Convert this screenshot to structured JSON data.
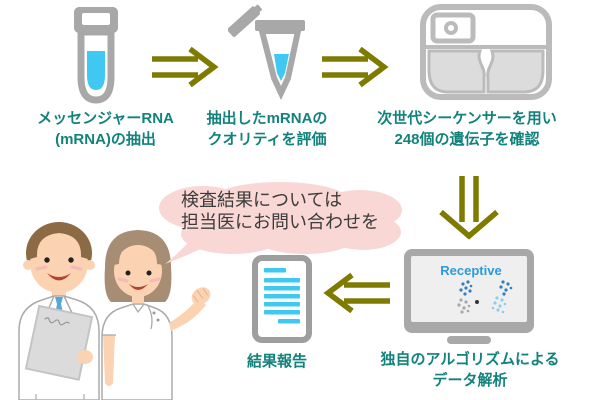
{
  "steps": {
    "extract": {
      "label": "メッセンジャーRNA\n(mRNA)の抽出"
    },
    "quality": {
      "label": "抽出したmRNAの\nクオリティを評価"
    },
    "sequence": {
      "label": "次世代シーケンサーを用い\n248個の遺伝子を確認"
    },
    "analyze": {
      "label": "独自のアルゴリズムによる\nデータ解析",
      "screen_logo": "Receptive"
    },
    "report": {
      "label": "結果報告"
    }
  },
  "speech_bubble": {
    "text": "検査結果については\n担当医にお問い合わせを"
  },
  "colors": {
    "label_teal": "#12827C",
    "arrow_olive": "#7E7B00",
    "icon_gray": "#A8A8A8",
    "liquid_cyan": "#3FC8F2",
    "bubble_pink": "#F8D7D5",
    "logo_blue": "#2D9BD8"
  }
}
